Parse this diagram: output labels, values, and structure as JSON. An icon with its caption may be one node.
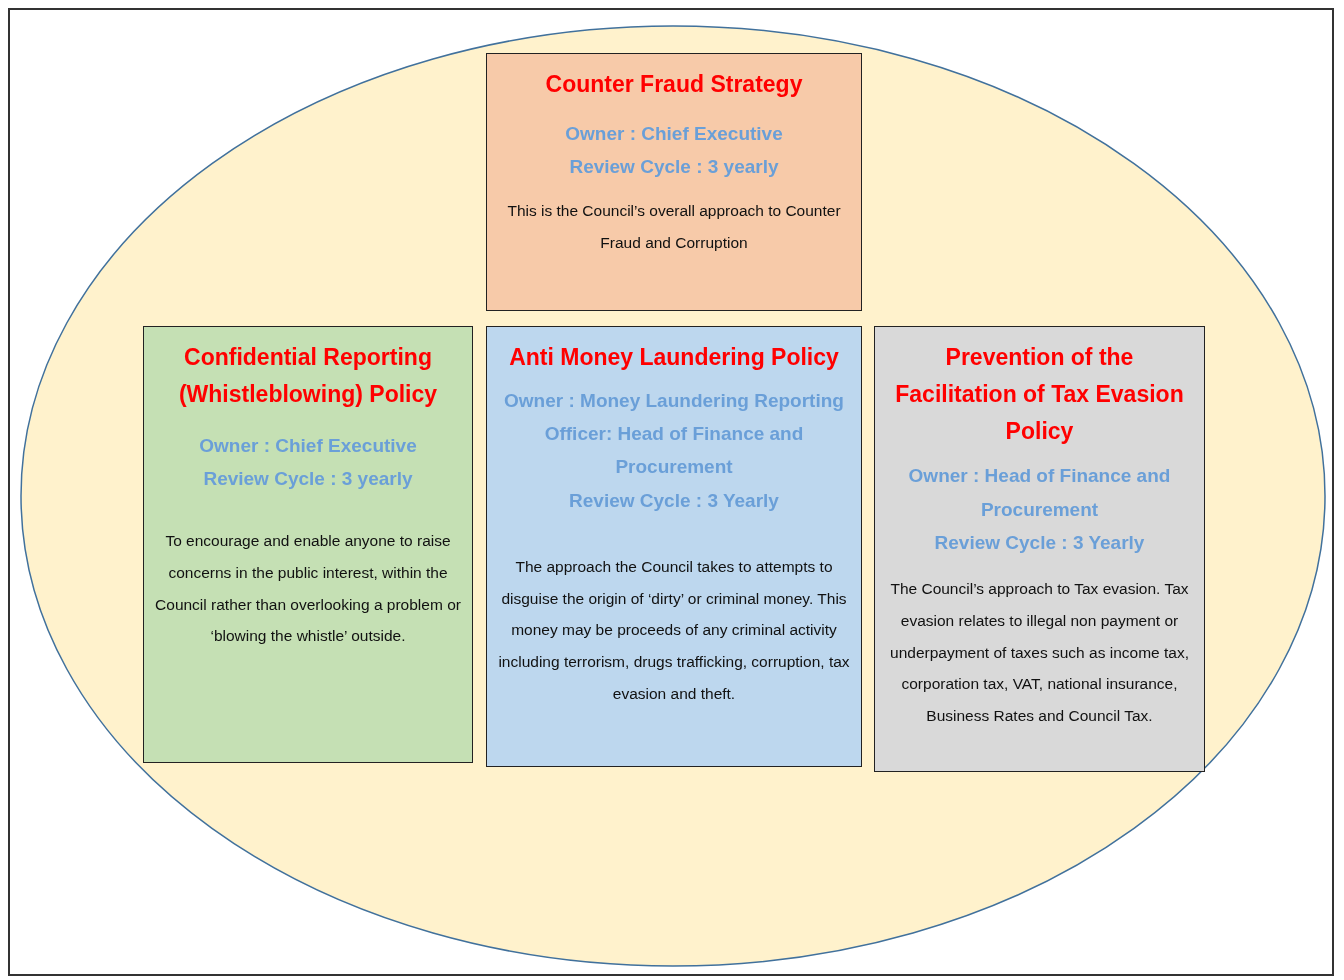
{
  "diagram": {
    "nodes": [
      {
        "text": [
          "Counter Fraud Strategy",
          "Owner : Chief Executive",
          "Review Cycle : 3 yearly",
          "This is the Council’s overall approach to Counter Fraud and Corruption"
        ]
      },
      {
        "text": [
          "Confidential Reporting (Whistleblowing) Policy",
          "Owner : Chief Executive",
          "Review Cycle : 3 yearly",
          "To encourage and enable anyone to raise concerns in the public interest, within the Council rather than overlooking a problem or ‘blowing the whistle’ outside."
        ]
      },
      {
        "text": [
          "Anti Money Laundering Policy",
          "Owner : Money Laundering Reporting Officer: Head of Finance and Procurement",
          "Review Cycle : 3 Yearly",
          "The approach the Council takes to attempts to disguise the origin of ‘dirty’ or criminal money. This money may be proceeds of any criminal activity including terrorism, drugs trafficking, corruption, tax evasion and theft."
        ]
      },
      {
        "text": [
          "Prevention of the Facilitation of Tax Evasion Policy",
          "Owner : Head of Finance and Procurement",
          "Review Cycle : 3 Yearly",
          "The Council’s approach to Tax evasion. Tax evasion relates to illegal non payment or underpayment of taxes such as income tax, corporation tax, VAT, national insurance, Business Rates and Council Tax."
        ]
      }
    ]
  }
}
